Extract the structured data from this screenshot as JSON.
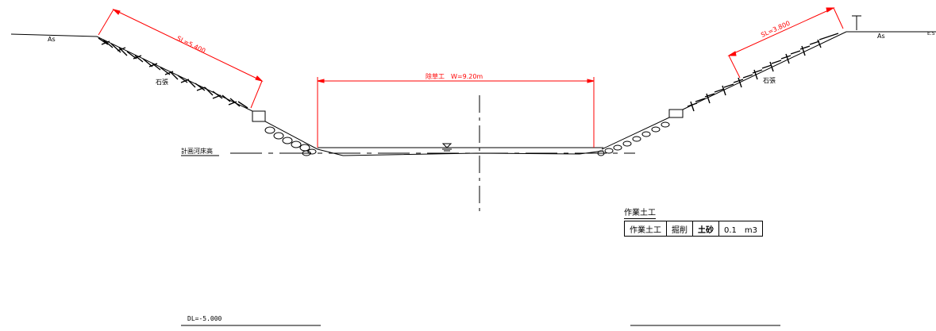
{
  "labels": {
    "asphalt_left": "As",
    "asphalt_right": "As",
    "slope_left": "SL=5.400",
    "slope_right": "SL=3.800",
    "stone_left": "石張",
    "stone_right": "石張",
    "weeding": "除草工　W=9.20m",
    "planned_bed": "計画河床高",
    "datum": "DL=-5.000",
    "edge_mark": "E.S"
  },
  "work_table": {
    "title": "作業土工",
    "cells": [
      "作業土工",
      "掘削",
      "土砂",
      "0.1　m3"
    ]
  },
  "colors": {
    "line": "#000000",
    "dimension": "#ff0000"
  }
}
